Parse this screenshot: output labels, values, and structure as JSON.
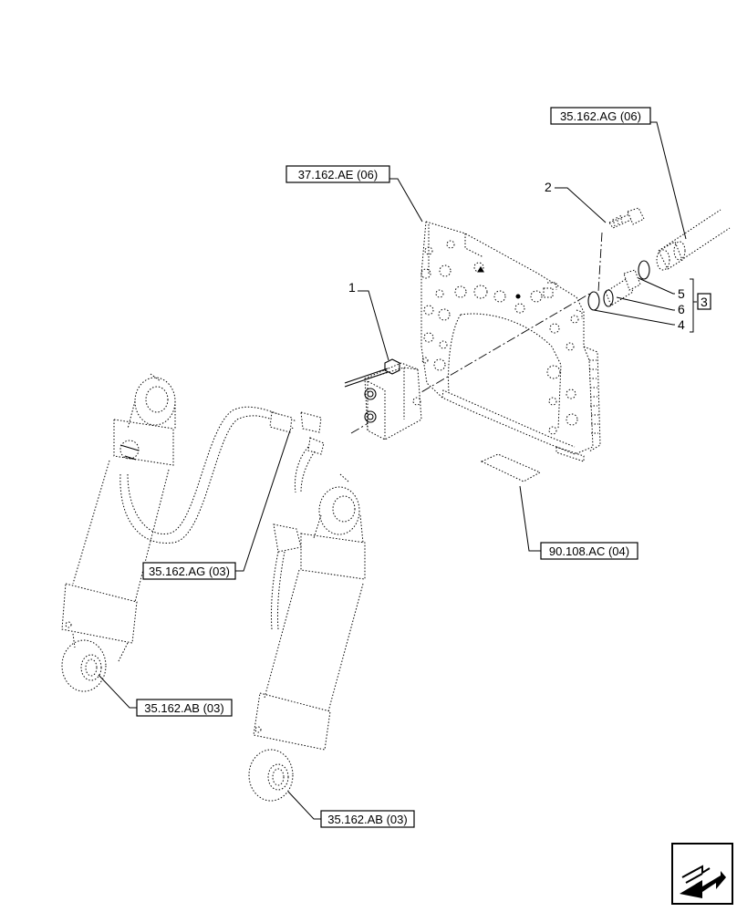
{
  "refs": {
    "hose_top": "35.162.AG (06)",
    "bracket": "37.162.AE (06)",
    "decal": "90.108.AC (04)",
    "hose_mid": "35.162.AG (03)",
    "cyl_left": "35.162.AB (03)",
    "cyl_right": "35.162.AB (03)"
  },
  "items": {
    "i1": "1",
    "i2": "2",
    "i3": "3",
    "i4": "4",
    "i5": "5",
    "i6": "6"
  },
  "nav_icon": "next-page-arrow-icon"
}
